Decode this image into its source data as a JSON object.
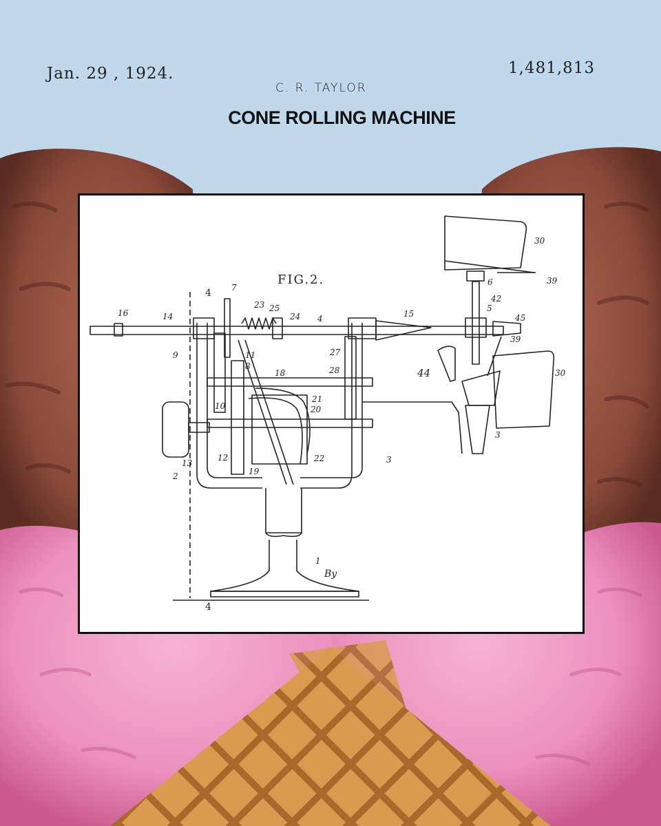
{
  "header": {
    "date": "Jan. 29 , 1924.",
    "patent_number": "1,481,813",
    "inventor": "C. R. TAYLOR",
    "title": "CONE ROLLING MACHINE"
  },
  "drawing": {
    "figure_label": "FIG.2.",
    "section_marks": [
      "4",
      "4"
    ],
    "signature": "By",
    "part_numbers": [
      "1",
      "2",
      "3",
      "4",
      "5",
      "6",
      "7",
      "8",
      "9",
      "10",
      "11",
      "12",
      "13",
      "14",
      "15",
      "16",
      "18",
      "19",
      "20",
      "21",
      "22",
      "23",
      "24",
      "25",
      "27",
      "28",
      "30",
      "39",
      "42",
      "44",
      "45"
    ]
  },
  "colors": {
    "sky": "#c0d8ec",
    "chocolate": "#8a4a3a",
    "strawberry": "#ec8fbd",
    "waffle": "#c8893e",
    "frame_border": "#111111"
  }
}
